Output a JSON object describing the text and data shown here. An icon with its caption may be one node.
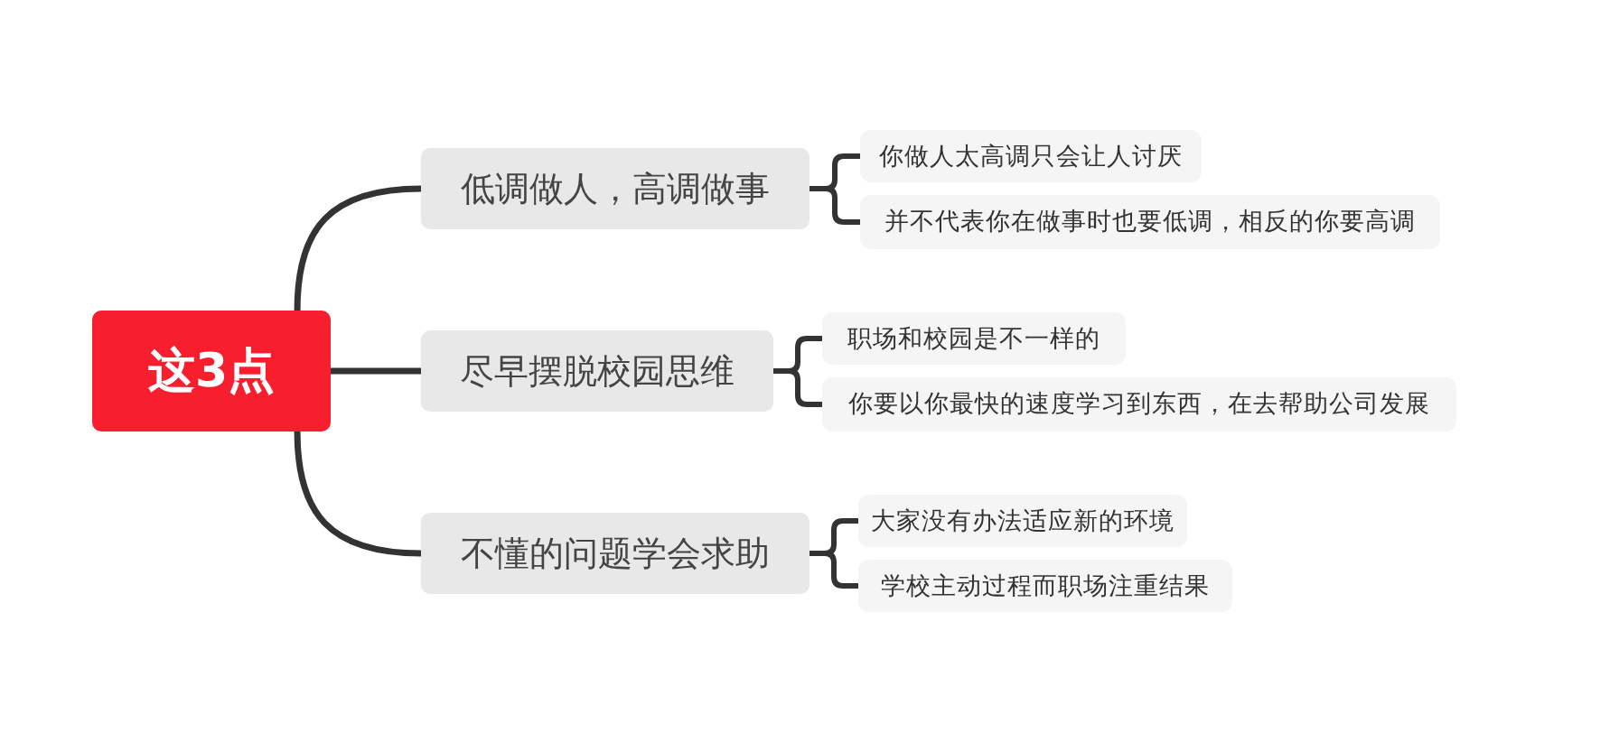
{
  "diagram": {
    "nodes": [
      {
        "text": [
          "这3点"
        ]
      },
      {
        "text": [
          "低调做人，高调做事"
        ]
      },
      {
        "text": [
          "你做人太高调只会让人讨厌"
        ]
      },
      {
        "text": [
          "并不代表你在做事时也要低调，相反的你要高调"
        ]
      },
      {
        "text": [
          "尽早摆脱校园思维"
        ]
      },
      {
        "text": [
          "职场和校园是不一样的"
        ]
      },
      {
        "text": [
          "你要以你最快的速度学习到东西，在去帮助公司发展"
        ]
      },
      {
        "text": [
          "不懂的问题学会求助"
        ]
      },
      {
        "text": [
          "大家没有办法适应新的环境"
        ]
      },
      {
        "text": [
          "学校主动过程而职场注重结果"
        ]
      }
    ],
    "edges": [
      {
        "from": 0,
        "to": 1,
        "arrow": "none"
      },
      {
        "from": 0,
        "to": 4,
        "arrow": "none"
      },
      {
        "from": 0,
        "to": 7,
        "arrow": "none"
      },
      {
        "from": 1,
        "to": 2,
        "arrow": "none"
      },
      {
        "from": 1,
        "to": 3,
        "arrow": "none"
      },
      {
        "from": 4,
        "to": 5,
        "arrow": "none"
      },
      {
        "from": 4,
        "to": 6,
        "arrow": "none"
      },
      {
        "from": 7,
        "to": 8,
        "arrow": "none"
      },
      {
        "from": 7,
        "to": 9,
        "arrow": "none"
      }
    ]
  }
}
